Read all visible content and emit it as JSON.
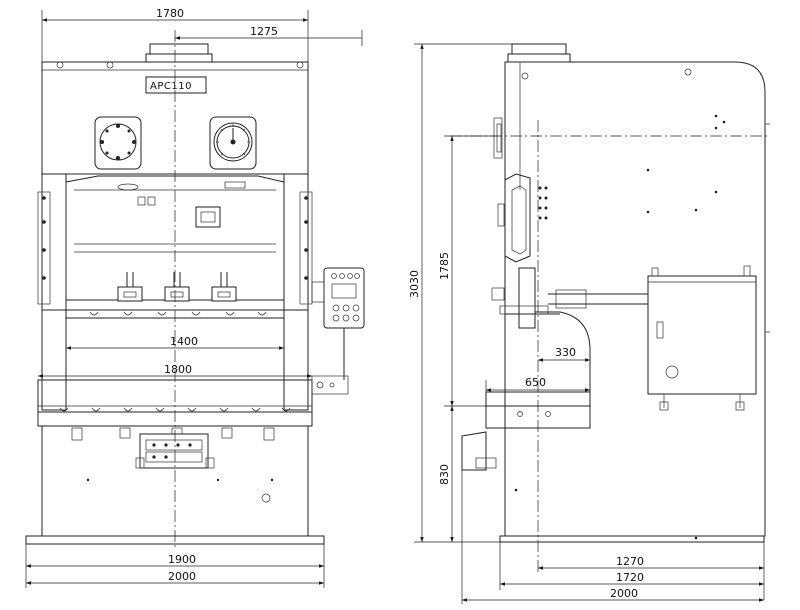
{
  "model_label": "APC110",
  "dimensions": {
    "front_overall_width": "1780",
    "front_center_offset": "1275",
    "front_bed_width_1400": "1400",
    "front_bed_width_1800": "1800",
    "front_base_1900": "1900",
    "front_base_2000": "2000",
    "side_overall_height": "3030",
    "side_upper_height": "1785",
    "side_lower_height": "830",
    "side_depth_330": "330",
    "side_depth_650": "650",
    "side_base_1270": "1270",
    "side_base_1720": "1720",
    "side_base_2000": "2000"
  }
}
